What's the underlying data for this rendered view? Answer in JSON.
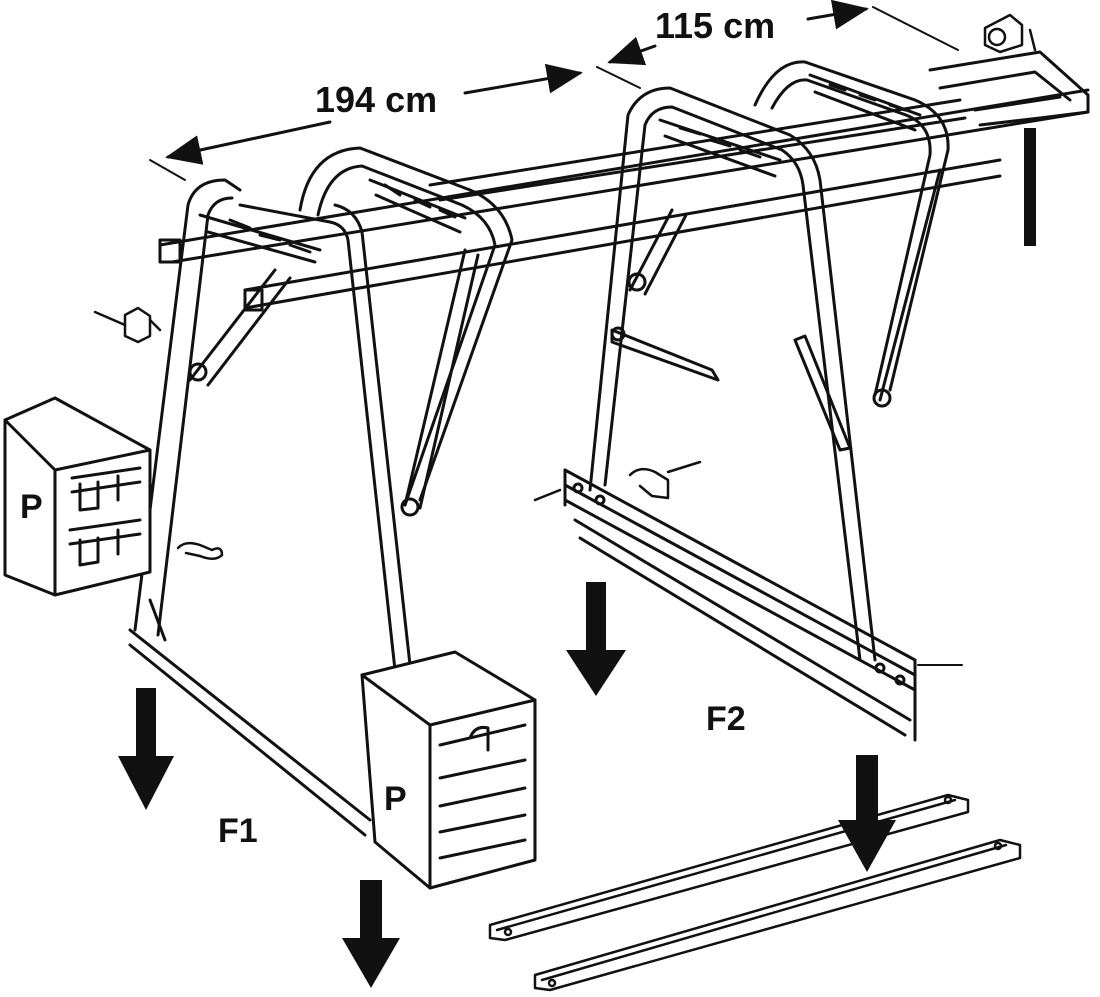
{
  "dimensions": {
    "length": "194 cm",
    "width": "115 cm"
  },
  "labels": {
    "frame_1": "F1",
    "frame_2": "F2",
    "pallet_left": "P",
    "pallet_front": "P"
  },
  "colors": {
    "line": "#111111",
    "background": "#ffffff"
  },
  "icons": [
    "down-arrow-icon",
    "clamp-icon",
    "pallet-box-icon",
    "support-rail-icon"
  ]
}
